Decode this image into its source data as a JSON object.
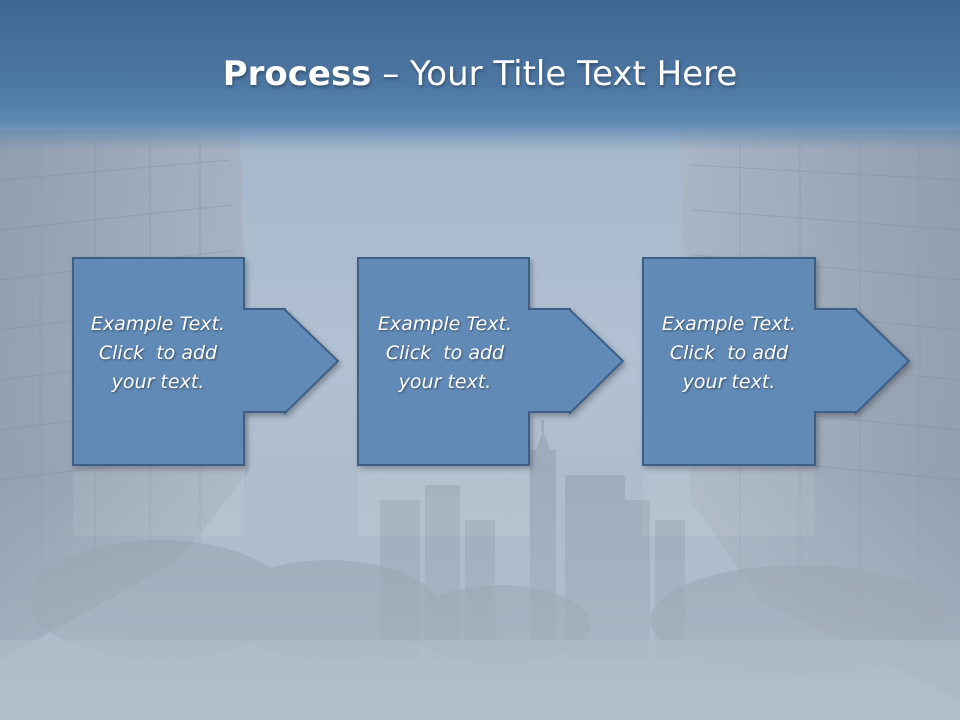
{
  "slide": {
    "title_bold": "Process",
    "title_rest": " – Your Title Text Here"
  },
  "steps": [
    {
      "line1": "Example Text.",
      "line2": "Click  to add",
      "line3": "your text."
    },
    {
      "line1": "Example Text.",
      "line2": "Click  to add",
      "line3": "your text."
    },
    {
      "line1": "Example Text.",
      "line2": "Click  to add",
      "line3": "your text."
    }
  ],
  "colors": {
    "header": "#4d77a3",
    "shape_fill": "#5f89b7",
    "shape_stroke": "#3e5f86",
    "text": "#ffffff"
  },
  "background": {
    "icon": "city-street-photo"
  }
}
